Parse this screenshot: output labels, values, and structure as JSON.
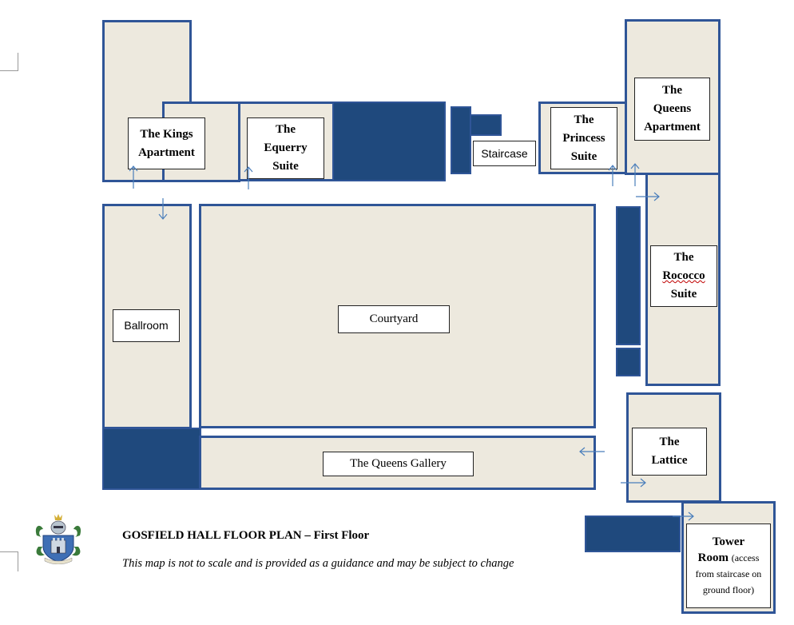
{
  "rooms": {
    "kings_line1": "The Kings",
    "kings_line2": "Apartment",
    "equerry_line1": "The",
    "equerry_line2": "Equerry",
    "equerry_line3": "Suite",
    "staircase": "Staircase",
    "princess_line1": "The",
    "princess_line2": "Princess",
    "princess_line3": "Suite",
    "queens_apt_line1": "The",
    "queens_apt_line2": "Queens",
    "queens_apt_line3": "Apartment",
    "rococco_line1": "The",
    "rococco_line2": "Rococco",
    "rococco_line3": "Suite",
    "ballroom": "Ballroom",
    "courtyard": "Courtyard",
    "queens_gallery": "The Queens Gallery",
    "lattice_line1": "The",
    "lattice_line2": "Lattice",
    "tower_line1": "Tower",
    "tower_line2a": "Room",
    "tower_line2b": "(access",
    "tower_line3": "from staircase on",
    "tower_line4": "ground floor)"
  },
  "footer": {
    "title": "GOSFIELD HALL FLOOR PLAN – First Floor",
    "note": "This map is not to scale and is provided as a guidance and may be subject to change"
  },
  "colors": {
    "room_fill": "#ede9de",
    "wall": "#2f5597",
    "dark_block": "#1f497d",
    "arrow": "#4a7ebb"
  }
}
